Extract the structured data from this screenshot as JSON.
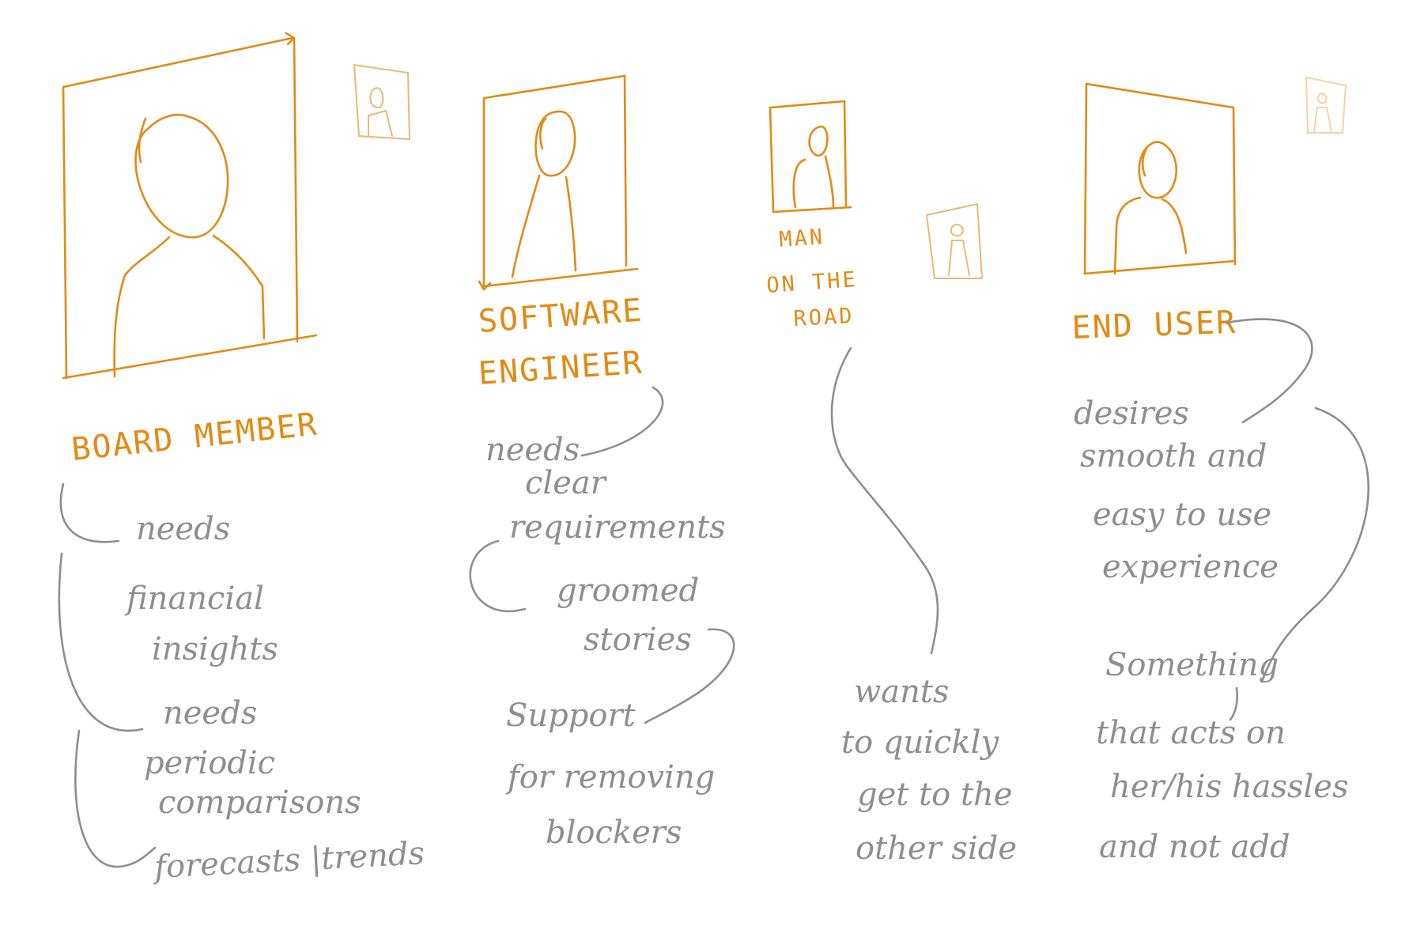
{
  "personas": [
    {
      "title": "BOARD MEMBER",
      "notes": [
        "needs",
        "financial",
        "insights",
        "needs",
        "periodic",
        "comparisons",
        "forecasts |trends"
      ]
    },
    {
      "title_lines": [
        "SOFTWARE",
        "ENGINEER"
      ],
      "notes": [
        "needs",
        "clear",
        "requirements",
        "groomed",
        "stories",
        "Support",
        "for removing",
        "blockers"
      ]
    },
    {
      "title_lines": [
        "MAN",
        "ON THE",
        "ROAD"
      ],
      "notes": [
        "wants",
        "to quickly",
        "get to the",
        "other side"
      ]
    },
    {
      "title": "END USER",
      "notes": [
        "desires",
        "smooth and",
        "easy to use",
        "experience",
        "Something",
        "that acts on",
        "her/his hassles",
        "and not add"
      ]
    }
  ],
  "colors": {
    "persona_ink": "#e38a12",
    "note_ink": "#8e8e8e"
  }
}
